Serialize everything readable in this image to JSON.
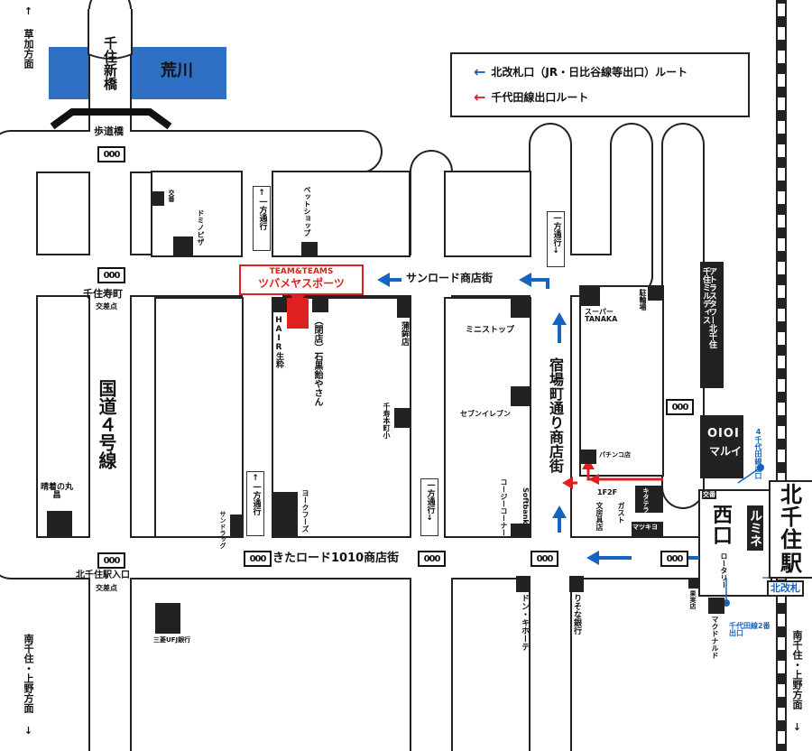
{
  "directions": {
    "north": "↑ 草加方面",
    "south_left": "南千住・上野方面 ↓",
    "south_right": "南千住・上野方面 ↓"
  },
  "bridge": {
    "name": "千住新橋",
    "river": "荒川",
    "footbridge": "歩道橋"
  },
  "legend": {
    "blue_route": "北改札口（JR・日比谷線等出口）ルート",
    "red_route": "千代田線出口ルート"
  },
  "colors": {
    "blue": "#1565c0",
    "red": "#e02020",
    "river": "#2f6fc4",
    "block": "#222222"
  },
  "shop": {
    "name_en": "TEAM&TEAMS",
    "name_jp": "ツバメヤスポーツ"
  },
  "streets": {
    "route4": "国道４号線",
    "senju_kotobuki": "千住寿町",
    "intersection": "交差点",
    "senju_station_entrance": "北千住駅入口",
    "sunroad": "サンロード商店街",
    "kitaroad": "きたロード1010商店街",
    "shukuba": "宿場町通り商店街"
  },
  "oneway": "一方通行",
  "landmarks": {
    "koban": "交番",
    "domino": "ドミノピザ",
    "petshop": "ペットショップ",
    "hair": "HAIR生粋",
    "ishiguro": "（閉店）石黒飴やさん",
    "kamaboko": "蒲鉾店",
    "senju_school": "千寿本町小",
    "yorkfoods": "ヨークフーズ",
    "sundrug": "サンドラッグ",
    "ministop": "ミニストップ",
    "seven": "セブンイレブン",
    "cozy": "コージーコーナー",
    "softbank": "Softbank",
    "supertanaka": "スーパーTANAKA",
    "parking": "駐輪場",
    "pachinko": "パチンコ店",
    "ff": "1F2F",
    "bunbo": "文房具店",
    "gusto": "ガスト",
    "matsukiyo": "マツキヨ",
    "kitaterrace": "キタテラス",
    "atras": "アトラスタワー北千住",
    "senju_mildis": "千住ミルディス",
    "marui_logo": "OIOI",
    "marui": "マルイ",
    "exit4": "4千代田線出口",
    "kouban2": "交番",
    "nishiguchi": "西口",
    "rotary": "ロータリー",
    "lumine": "ルミネ",
    "station": "北千住駅",
    "north_gate": "北改札",
    "exit2": "千代田線2番出口",
    "fruit": "果実店",
    "mcd": "マクドナルド",
    "haregi": "晴着の丸昌",
    "mufg": "三菱UFJ銀行",
    "donki": "ドン・キホーテ",
    "resona": "りそな銀行",
    "ooo": "000"
  }
}
